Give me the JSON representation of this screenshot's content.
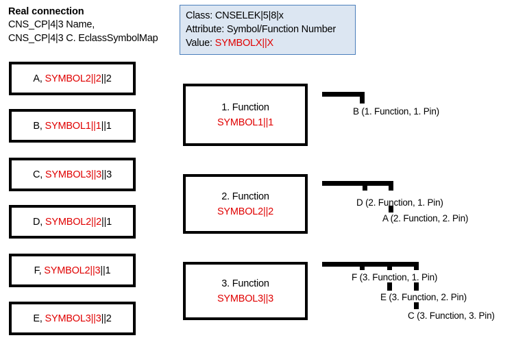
{
  "header": {
    "title": "Real connection",
    "lines": [
      "CNS_CP|4|3 Name,",
      "CNS_CP|4|3 C. EclassSymbolMap"
    ]
  },
  "info_box": {
    "class_label": "Class: CNSELEK|5|8|x",
    "attribute_label": "Attribute: Symbol/Function Number",
    "value_prefix": "Value: ",
    "value": "SYMBOLX||X",
    "fill_color": "#dce6f2",
    "border_color": "#4a7ebb"
  },
  "colors": {
    "red": "#e00000",
    "black": "#000000",
    "white": "#ffffff"
  },
  "left_column": {
    "items": [
      {
        "prefix": "A, ",
        "red": "SYMBOL2||2",
        "suffix": "||2"
      },
      {
        "prefix": "B, ",
        "red": "SYMBOL1||1",
        "suffix": "||1"
      },
      {
        "prefix": "C, ",
        "red": "SYMBOL3||3",
        "suffix": "||3"
      },
      {
        "prefix": "D, ",
        "red": "SYMBOL2||2",
        "suffix": "||1"
      },
      {
        "prefix": "F, ",
        "red": "SYMBOL2||3",
        "suffix": "||1"
      },
      {
        "prefix": "E, ",
        "red": "SYMBOL3||3",
        "suffix": "||2"
      }
    ]
  },
  "functions": [
    {
      "title": "1. Function",
      "symbol": "SYMBOL1||1"
    },
    {
      "title": "2. Function",
      "symbol": "SYMBOL2||2"
    },
    {
      "title": "3. Function",
      "symbol": "SYMBOL3||3"
    }
  ],
  "pin_labels": {
    "group1": [
      "B (1. Function, 1. Pin)"
    ],
    "group2": [
      "D (2. Function, 1. Pin)",
      "A (2. Function, 2. Pin)"
    ],
    "group3": [
      "F  (3. Function, 1. Pin)",
      "E (3. Function, 2. Pin)",
      "C (3. Function, 3. Pin)"
    ]
  }
}
